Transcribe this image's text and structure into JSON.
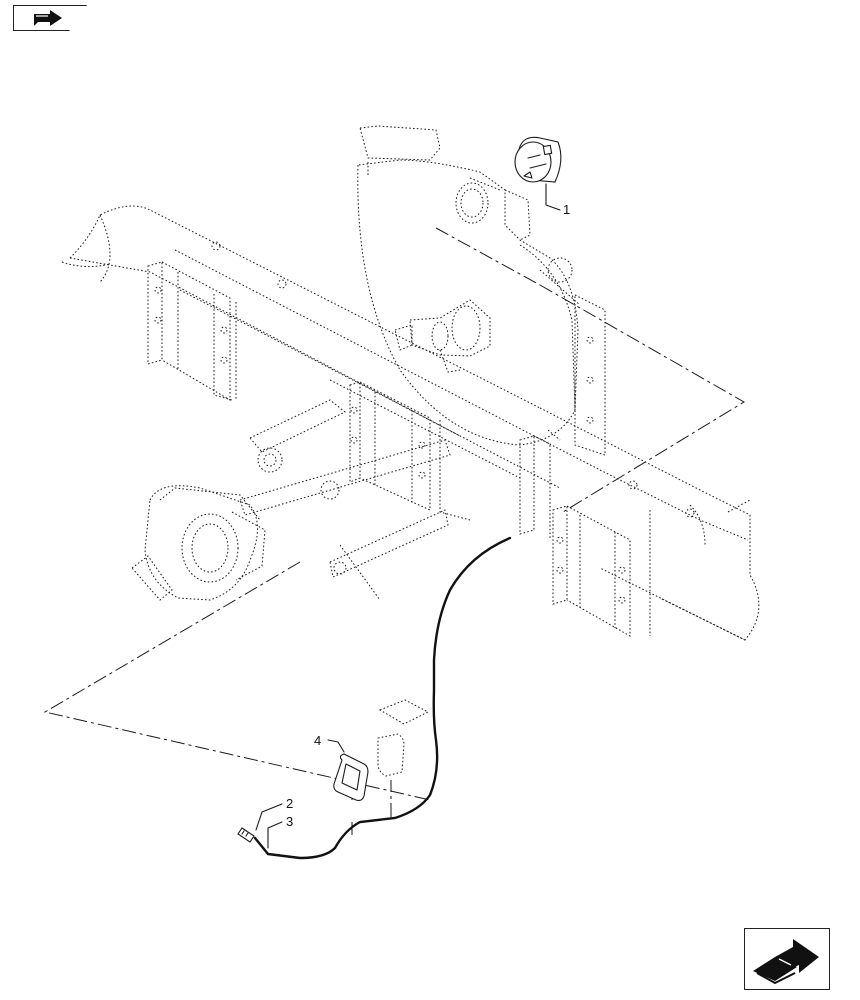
{
  "callouts": [
    {
      "id": "1",
      "label": "1"
    },
    {
      "id": "2",
      "label": "2"
    },
    {
      "id": "3",
      "label": "3"
    },
    {
      "id": "4",
      "label": "4"
    }
  ],
  "icons": {
    "top_left": "previous-page-arrow-icon",
    "bottom_right": "next-page-arrow-icon"
  }
}
